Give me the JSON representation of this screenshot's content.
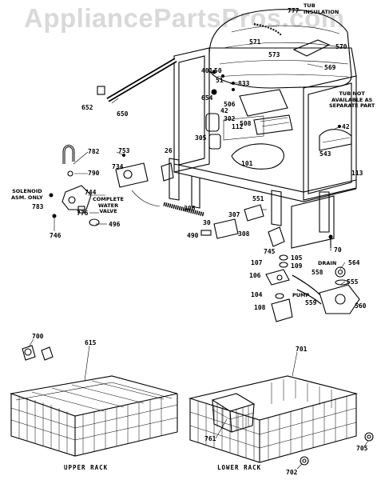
{
  "watermark": "AppliancePartsPros.com",
  "notes": {
    "tub_insulation": "TUB\nINSULATION",
    "tub_not_available": "TUB NOT\nAVAILABLE AS\nSEPARATE PART",
    "solenoid": "SOLENOID\nASM. ONLY",
    "complete_water_valve": "COMPLETE\nWATER\nVALVE",
    "drain": "DRAIN",
    "pump": "PUMP"
  },
  "captions": {
    "upper_rack": "UPPER RACK",
    "lower_rack": "LOWER RACK"
  },
  "part_numbers": [
    {
      "id": "777",
      "text": "777"
    },
    {
      "id": "571",
      "text": "571"
    },
    {
      "id": "570",
      "text": "570"
    },
    {
      "id": "573",
      "text": "573"
    },
    {
      "id": "569",
      "text": "569"
    },
    {
      "id": "401",
      "text": "401"
    },
    {
      "id": "50",
      "text": "50"
    },
    {
      "id": "51",
      "text": "51"
    },
    {
      "id": "833",
      "text": "833"
    },
    {
      "id": "654",
      "text": "654"
    },
    {
      "id": "506",
      "text": "506"
    },
    {
      "id": "652",
      "text": "652"
    },
    {
      "id": "650",
      "text": "650"
    },
    {
      "id": "42a",
      "text": "42"
    },
    {
      "id": "302",
      "text": "302"
    },
    {
      "id": "112",
      "text": "112"
    },
    {
      "id": "508",
      "text": "508"
    },
    {
      "id": "305",
      "text": "305"
    },
    {
      "id": "42b",
      "text": "42"
    },
    {
      "id": "543",
      "text": "543"
    },
    {
      "id": "113",
      "text": "113"
    },
    {
      "id": "101",
      "text": "101"
    },
    {
      "id": "782",
      "text": "782"
    },
    {
      "id": "790",
      "text": "790"
    },
    {
      "id": "753",
      "text": "753"
    },
    {
      "id": "26",
      "text": "26"
    },
    {
      "id": "734",
      "text": "734"
    },
    {
      "id": "744",
      "text": "744"
    },
    {
      "id": "783",
      "text": "783"
    },
    {
      "id": "776",
      "text": "776"
    },
    {
      "id": "496",
      "text": "496"
    },
    {
      "id": "746",
      "text": "746"
    },
    {
      "id": "306",
      "text": "306"
    },
    {
      "id": "30",
      "text": "30"
    },
    {
      "id": "551",
      "text": "551"
    },
    {
      "id": "307",
      "text": "307"
    },
    {
      "id": "490",
      "text": "490"
    },
    {
      "id": "308",
      "text": "308"
    },
    {
      "id": "745",
      "text": "745"
    },
    {
      "id": "70",
      "text": "70"
    },
    {
      "id": "105",
      "text": "105"
    },
    {
      "id": "107",
      "text": "107"
    },
    {
      "id": "109",
      "text": "109"
    },
    {
      "id": "564",
      "text": "564"
    },
    {
      "id": "558",
      "text": "558"
    },
    {
      "id": "106",
      "text": "106"
    },
    {
      "id": "555",
      "text": "555"
    },
    {
      "id": "104",
      "text": "104"
    },
    {
      "id": "559",
      "text": "559"
    },
    {
      "id": "108",
      "text": "108"
    },
    {
      "id": "560",
      "text": "560"
    },
    {
      "id": "700",
      "text": "700"
    },
    {
      "id": "615",
      "text": "615"
    },
    {
      "id": "701",
      "text": "701"
    },
    {
      "id": "761",
      "text": "761"
    },
    {
      "id": "705",
      "text": "705"
    },
    {
      "id": "702",
      "text": "702"
    }
  ]
}
